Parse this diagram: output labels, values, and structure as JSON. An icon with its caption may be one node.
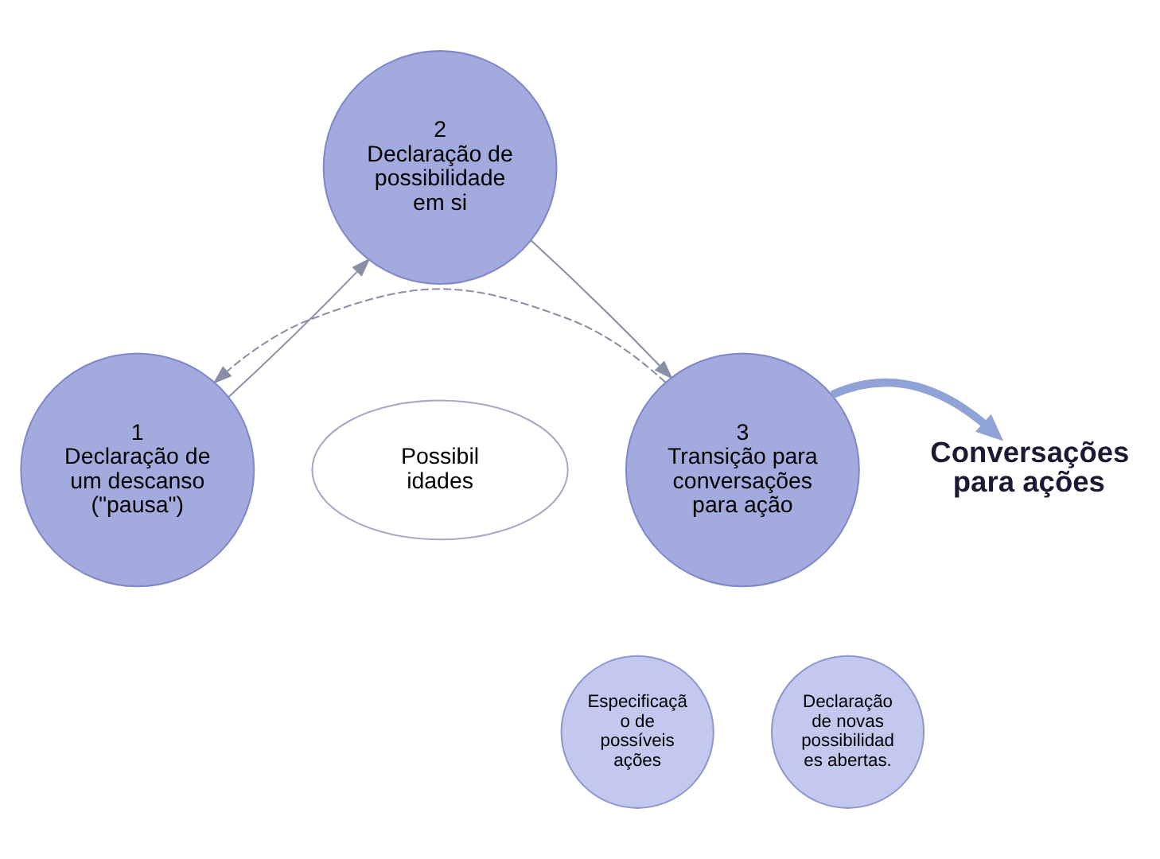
{
  "diagram": {
    "nodes": [
      {
        "text": [
          "1",
          "Declaração de um descanso (\"pausa\")"
        ]
      },
      {
        "text": [
          "2",
          "Declaração de possibilidade em si"
        ]
      },
      {
        "text": [
          "3",
          "Transição para conversações para ação"
        ]
      },
      {
        "text": [
          "Especificaçã o de possíveis ações"
        ]
      },
      {
        "text": [
          "Declaração de novas possibilidad es abertas."
        ]
      },
      {
        "text": [
          "Possibil idades"
        ]
      },
      {
        "text": [
          "Conversações para ações"
        ]
      }
    ],
    "edges": [
      {
        "from": 0,
        "to": 1,
        "arrow": "to"
      },
      {
        "from": 1,
        "to": 2,
        "arrow": "to"
      },
      {
        "from": 2,
        "to": 0,
        "arrow": "to",
        "style": "dashed"
      },
      {
        "from": 2,
        "to": 6,
        "arrow": "to",
        "style": "thick",
        "color": "#8fa3d6"
      }
    ]
  }
}
